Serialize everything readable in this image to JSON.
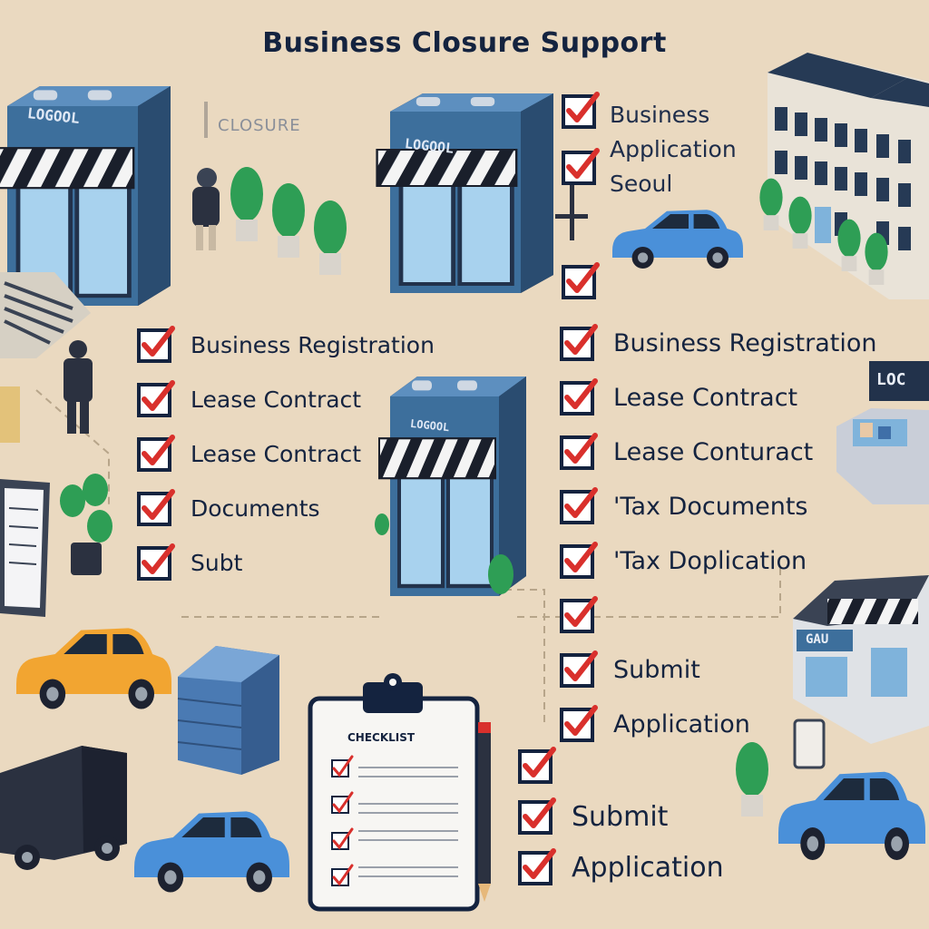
{
  "title": "Business Closure Support",
  "closure_sign": "CLOSURE",
  "shop_sign": "LOGOOL",
  "small_sign": "LOC",
  "right_sign": "GAU",
  "side_note": [
    "Business",
    "Application",
    "Seoul"
  ],
  "left_checklist": [
    {
      "label": "Business Registration",
      "checked": true
    },
    {
      "label": "Lease Contract",
      "checked": true
    },
    {
      "label": "Lease Contract",
      "checked": true
    },
    {
      "label": "Documents",
      "checked": true
    },
    {
      "label": "Subt",
      "checked": true
    }
  ],
  "right_checklist": [
    {
      "label": "Business Registration",
      "checked": true
    },
    {
      "label": "Lease Contract",
      "checked": true
    },
    {
      "label": "Lease Conturact",
      "checked": true
    },
    {
      "label": "'Tax Documents",
      "checked": true
    },
    {
      "label": "'Tax Doplication",
      "checked": true
    },
    {
      "label": "",
      "checked": true
    },
    {
      "label": "Submit",
      "checked": true
    },
    {
      "label": "Application",
      "checked": true
    }
  ],
  "bottom_checklist": [
    {
      "label": "",
      "checked": true
    },
    {
      "label": "Submit",
      "checked": true
    },
    {
      "label": "Application",
      "checked": true
    }
  ],
  "clipboard": {
    "title": "CHECKLIST",
    "checked_lines": 4
  },
  "colors": {
    "background": "#ead9c0",
    "navy": "#14233f",
    "check_red": "#d9302c",
    "shop_blue": "#3d6f9c",
    "car_blue": "#4a90d9",
    "car_orange": "#f2a531",
    "plant_green": "#2e9e55"
  }
}
